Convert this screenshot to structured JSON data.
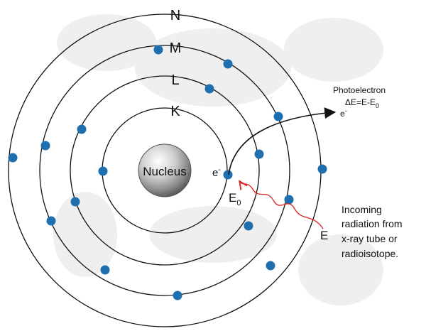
{
  "shells": [
    "K",
    "L",
    "M",
    "N"
  ],
  "nucleus_label": "Nucleus",
  "electron": {
    "symbol": "e",
    "charge": "-"
  },
  "binding_energy": {
    "symbol": "E",
    "subscript": "0"
  },
  "photoelectron": {
    "title": "Photoelectron",
    "equation_prefix": "ΔE=E-E",
    "equation_subscript": "0",
    "symbol": "e",
    "charge": "-"
  },
  "incoming": {
    "symbol": "E",
    "lines": [
      "Incoming",
      "radiation from",
      "x-ray tube or",
      "radioisotope."
    ]
  },
  "colors": {
    "electron": "#1e6fb0",
    "radiation": "#e02020",
    "orbit": "#111111",
    "watermark": "#efefef"
  }
}
